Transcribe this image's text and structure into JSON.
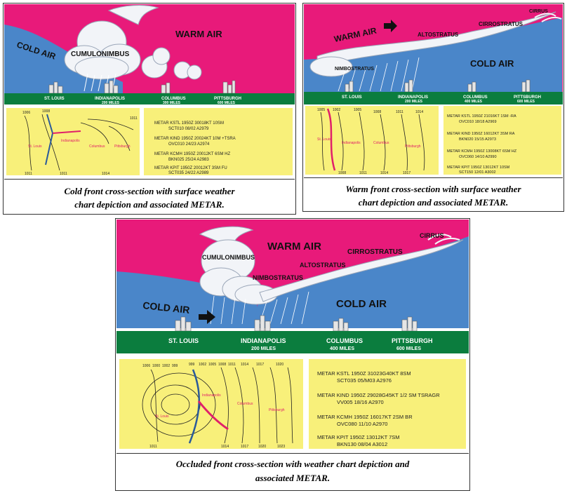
{
  "colors": {
    "warm_air": "#e81a7a",
    "cold_air": "#4a86c9",
    "ground": "#0b7d3e",
    "map_bg": "#f8f07a",
    "front_blue": "#2a5a9a",
    "front_red": "#e0206a"
  },
  "cold_front": {
    "air_labels": {
      "warm": "WARM AIR",
      "cold": "COLD AIR"
    },
    "clouds": {
      "cumulonimbus": "CUMULONIMBUS"
    },
    "cities": [
      {
        "name": "ST. LOUIS",
        "distance": ""
      },
      {
        "name": "INDIANAPOLIS",
        "distance": "200 MILES"
      },
      {
        "name": "COLUMBUS",
        "distance": "300 MILES"
      },
      {
        "name": "PITTSBURGH",
        "distance": "600 MILES"
      }
    ],
    "map": {
      "isobars_top": [
        "1006",
        "1008",
        "1011"
      ],
      "isobars_bottom": [
        "1011",
        "1011",
        "1014"
      ],
      "places": [
        "St. Louis",
        "Indianapolis",
        "Columbus",
        "Pittsburgh"
      ]
    },
    "metar": [
      {
        "l1": "METAR KSTL   1950Z   30018KT 10SM",
        "l2": "SCT010    08/02    A2979"
      },
      {
        "l1": "METAR KIND   1950Z   20024KT 10M  +TSRA",
        "l2": "OVC010    24/23    A2974"
      },
      {
        "l1": "METAR KCMH   1950Z   20012KT 6SM  HZ",
        "l2": "BKN025   25/24    A2983"
      },
      {
        "l1": "METAR KPIT   1950Z   20012KT 3SM  FU",
        "l2": "SCT035   24/22    A2989"
      }
    ],
    "caption": [
      "Cold front cross-section with surface weather",
      "chart depiction and associated METAR."
    ]
  },
  "warm_front": {
    "air_labels": {
      "warm": "WARM AIR",
      "cold": "COLD AIR"
    },
    "clouds": {
      "cirrus": "CIRRUS",
      "cirrostratus": "CIRROSTRATUS",
      "altostratus": "ALTOSTRATUS",
      "nimbostratus": "NIMBOSTRATUS"
    },
    "cities": [
      {
        "name": "ST. LOUIS",
        "distance": ""
      },
      {
        "name": "INDIANAPOLIS",
        "distance": "200 MILES"
      },
      {
        "name": "COLUMBUS",
        "distance": "400 MILES"
      },
      {
        "name": "PITTSBURGH",
        "distance": "600 MILES"
      }
    ],
    "map": {
      "isobars_top": [
        "1005",
        "1002",
        "1005",
        "1008",
        "1011",
        "1014"
      ],
      "isobars_bottom": [
        "1008",
        "1011",
        "1014",
        "1017"
      ],
      "places": [
        "St. Louis",
        "Indianapolis",
        "Columbus",
        "Pittsburgh"
      ]
    },
    "metar": [
      {
        "l1": "METAR KSTL   1950Z   21016KT  1SM   -RA",
        "l2": "OVC010            18/18     A2969"
      },
      {
        "l1": "METAR KIND   1950Z   16012KT  3SM  RA",
        "l2": "BKN020   15/15    A2973"
      },
      {
        "l1": "METAR KCMH   1950Z   13008KT  6SM  HZ",
        "l2": "OVC060    14/10    A2990"
      },
      {
        "l1": "METAR KPIT   1950Z   13012KT  10SM",
        "l2": "SCT150    12/01    A3002"
      }
    ],
    "caption": [
      "Warm front cross-section with surface weather",
      "chart depiction and associated METAR."
    ]
  },
  "occluded_front": {
    "air_labels": {
      "warm": "WARM AIR",
      "cold_left": "COLD AIR",
      "cold_right": "COLD AIR"
    },
    "clouds": {
      "cirrus": "CIRRUS",
      "cirrostratus": "CIRROSTRATUS",
      "altostratus": "ALTOSTRATUS",
      "nimbostratus": "NIMBOSTRATUS",
      "cumulonimbus": "CUMULONIMBUS"
    },
    "cities": [
      {
        "name": "ST. LOUIS",
        "distance": ""
      },
      {
        "name": "INDIANAPOLIS",
        "distance": "200 MILES"
      },
      {
        "name": "COLUMBUS",
        "distance": "400 MILES"
      },
      {
        "name": "PITTSBURGH",
        "distance": "600 MILES"
      }
    ],
    "map": {
      "isobars_top": [
        "1006",
        "1000",
        "1002",
        "999",
        "999",
        "1002",
        "1005",
        "1008",
        "1011",
        "1014",
        "1017",
        "1020"
      ],
      "isobars_bottom": [
        "1011",
        "1014",
        "1017",
        "1020",
        "1023"
      ],
      "places": [
        "St. Louis",
        "Indianapolis",
        "Columbus",
        "Pittsburgh"
      ]
    },
    "metar": [
      {
        "l1": "METAR KSTL    1950Z    31023G40KT  8SM",
        "l2": "SCT035      05/M03      A2976"
      },
      {
        "l1": "METAR KIND  1950Z  29028G45KT  1/2 SM  TSRAGR",
        "l2": "VV005    18/16      A2970"
      },
      {
        "l1": "METAR KCMH    1950Z    16017KT   2SM   BR",
        "l2": "OVC080       11/10      A2970"
      },
      {
        "l1": "METAR KPIT    1950Z    13012KT  7SM",
        "l2": "BKN130      08/04      A3012"
      }
    ],
    "caption": [
      "Occluded front cross-section with weather chart depiction and",
      "associated METAR."
    ]
  }
}
